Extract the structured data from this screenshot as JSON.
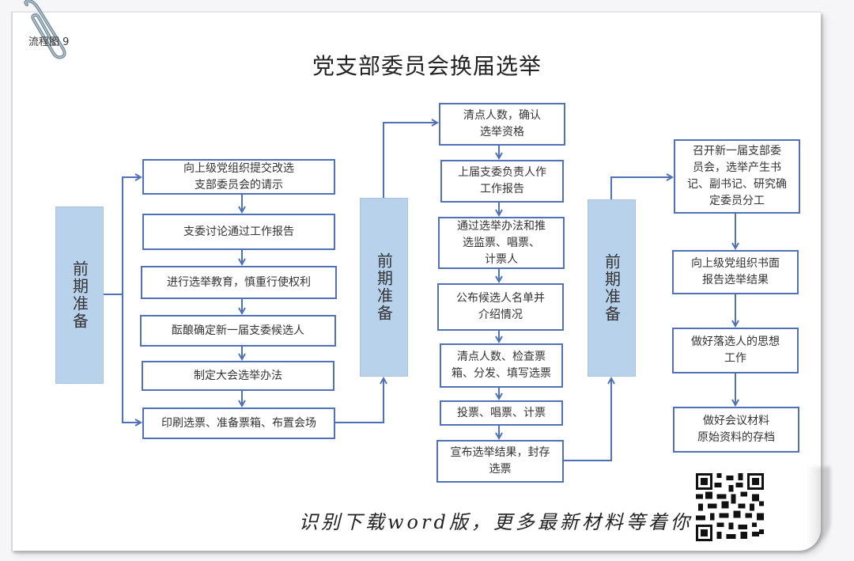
{
  "figure_label": "流程图 9",
  "title": "党支部委员会换届选举",
  "phases": [
    {
      "label": "前期准备"
    },
    {
      "label": "前期准备"
    },
    {
      "label": "前期准备"
    }
  ],
  "column1": [
    {
      "text": "向上级党组织提交改选\n支部委员会的请示"
    },
    {
      "text": "支委讨论通过工作报告"
    },
    {
      "text": "进行选举教育，慎重行使权利"
    },
    {
      "text": "酝酿确定新一届支委候选人"
    },
    {
      "text": "制定大会选举办法"
    },
    {
      "text": "印刷选票、准备票箱、布置会场"
    }
  ],
  "column2": [
    {
      "text": "清点人数，确认\n选举资格"
    },
    {
      "text": "上届支委负责人作\n工作报告"
    },
    {
      "text": "通过选举办法和推\n选监票、唱票、\n计票人"
    },
    {
      "text": "公布候选人名单并\n介绍情况"
    },
    {
      "text": "清点人数、检查票\n箱、分发、填写选票"
    },
    {
      "text": "投票、唱票、计票"
    },
    {
      "text": "宣布选举结果，封存\n选票"
    }
  ],
  "column3": [
    {
      "text": "召开新一届支部委\n员会，选举产生书\n记、副书记、研究确\n定委员分工"
    },
    {
      "text": "向上级党组织书面\n报告选举结果"
    },
    {
      "text": "做好落选人的思想\n工作"
    },
    {
      "text": "做好会议材料\n原始资料的存档"
    }
  ],
  "footer": {
    "text": "识别下载word版，更多最新材料等着你",
    "qr_icon": "qr-code-icon"
  },
  "colors": {
    "box_border": "#4e72b5",
    "phase_fill": "#b9d2ec",
    "arrow": "#4e72b5"
  }
}
